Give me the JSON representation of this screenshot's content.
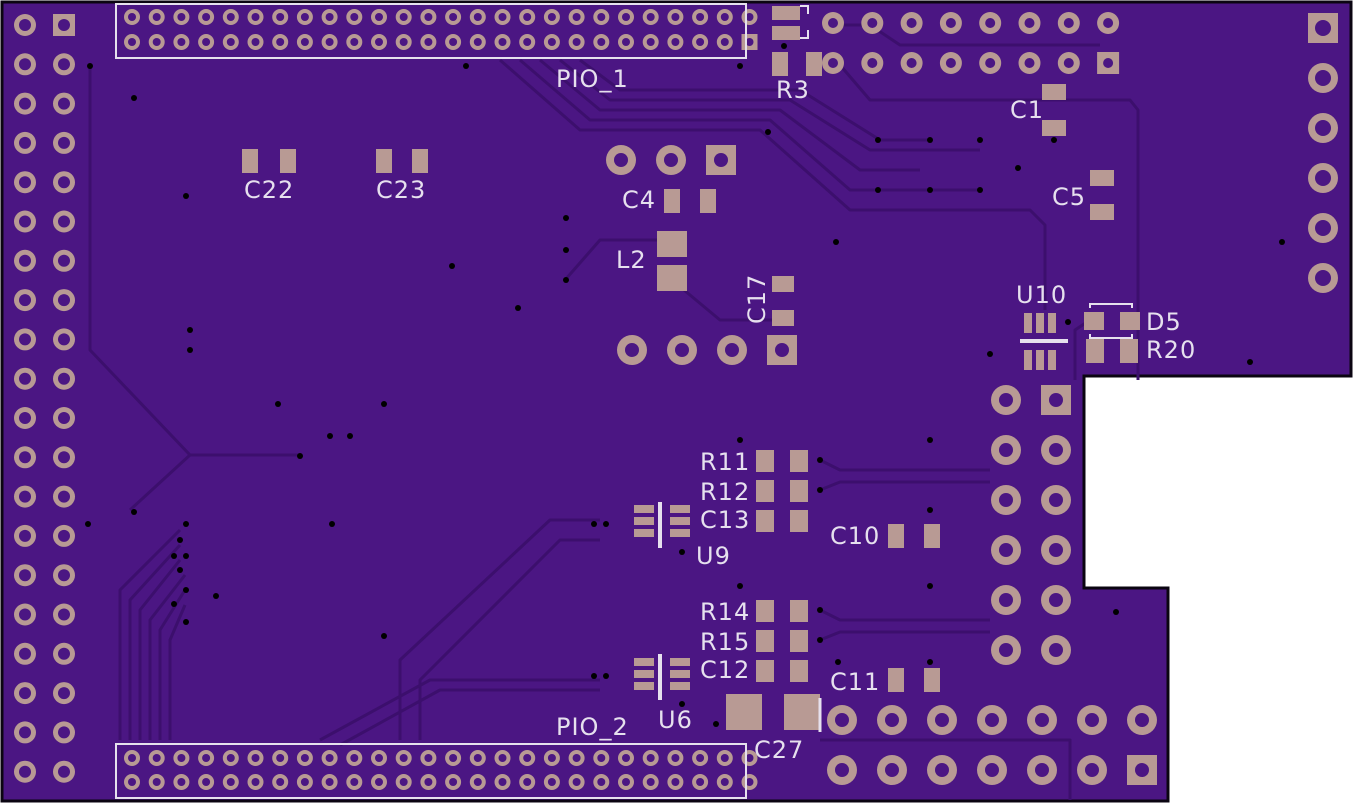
{
  "colors": {
    "board": "#4b1683",
    "board_edge": "#0b0512",
    "trace": "#3c0f6d",
    "pad": "#b89a94",
    "pad_hole": "#4b1683",
    "silkscreen": "#e6e0ee",
    "background": "#ffffff"
  },
  "silkscreen_labels": {
    "pio1": "PIO_1",
    "pio2": "PIO_2",
    "r3": "R3",
    "c1": "C1",
    "c5": "C5",
    "c22": "C22",
    "c23": "C23",
    "c4": "C4",
    "l2": "L2",
    "c17": "C17",
    "u10": "U10",
    "d5": "D5",
    "r20": "R20",
    "r11": "R11",
    "r12": "R12",
    "c13": "C13",
    "u9": "U9",
    "c10": "C10",
    "r14": "R14",
    "r15": "R15",
    "c12": "C12",
    "u6": "U6",
    "c11": "C11",
    "c27": "C27"
  }
}
